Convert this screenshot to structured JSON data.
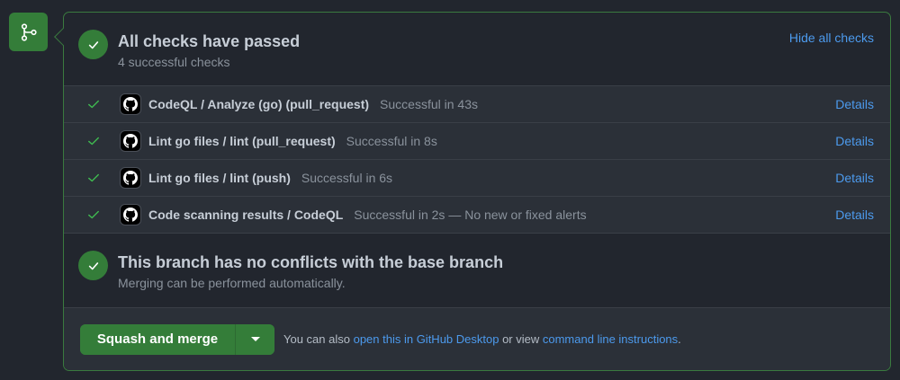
{
  "header": {
    "title": "All checks have passed",
    "subtitle": "4 successful checks",
    "hide_label": "Hide all checks",
    "icon": "git-branch-icon"
  },
  "checks": [
    {
      "name": "CodeQL / Analyze (go) (pull_request)",
      "status": "Successful in 43s",
      "details_label": "Details",
      "icon": "github-logo-icon",
      "state": "success"
    },
    {
      "name": "Lint go files / lint (pull_request)",
      "status": "Successful in 8s",
      "details_label": "Details",
      "icon": "github-logo-icon",
      "state": "success"
    },
    {
      "name": "Lint go files / lint (push)",
      "status": "Successful in 6s",
      "details_label": "Details",
      "icon": "github-logo-icon",
      "state": "success"
    },
    {
      "name": "Code scanning results / CodeQL",
      "status": "Successful in 2s — No new or fixed alerts",
      "details_label": "Details",
      "icon": "github-logo-icon",
      "state": "success"
    }
  ],
  "branch_status": {
    "title": "This branch has no conflicts with the base branch",
    "subtitle": "Merging can be performed automatically."
  },
  "merge": {
    "button_label": "Squash and merge",
    "hint_prefix": "You can also ",
    "desktop_link": "open this in GitHub Desktop",
    "hint_middle": " or view ",
    "cli_link": "command line instructions",
    "hint_suffix": "."
  },
  "colors": {
    "success_green": "#347d39",
    "link_blue": "#4c9aed",
    "border_green": "#3a7a3f",
    "background": "#22262e"
  }
}
